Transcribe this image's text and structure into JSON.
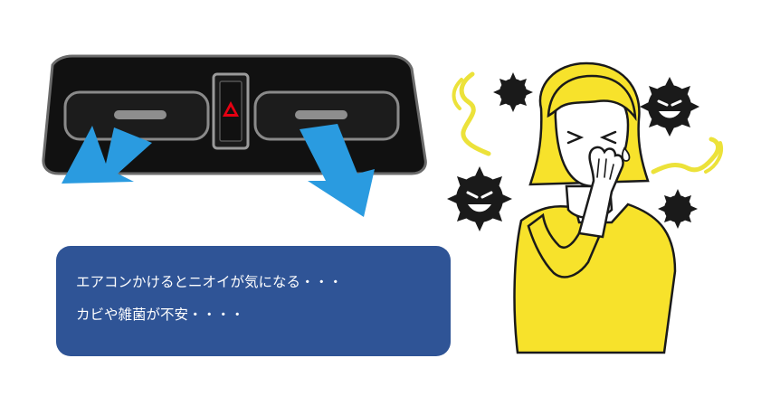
{
  "caption": {
    "line1": "エアコンかけるとニオイが気になる・・・",
    "line2": "カビや雑菌が不安・・・・"
  },
  "illustration": {
    "vent": "car-air-vent",
    "person": "woman-covering-nose",
    "germs": "smiling-germ",
    "odor": "odor-wave",
    "colors": {
      "caption_bg": "#2f5496",
      "airflow": "#2a9be0",
      "hair_and_shirt": "#f7e22b",
      "germ": "#1a1a1a",
      "odor": "#ece23a",
      "hazard": "#e60012"
    }
  }
}
